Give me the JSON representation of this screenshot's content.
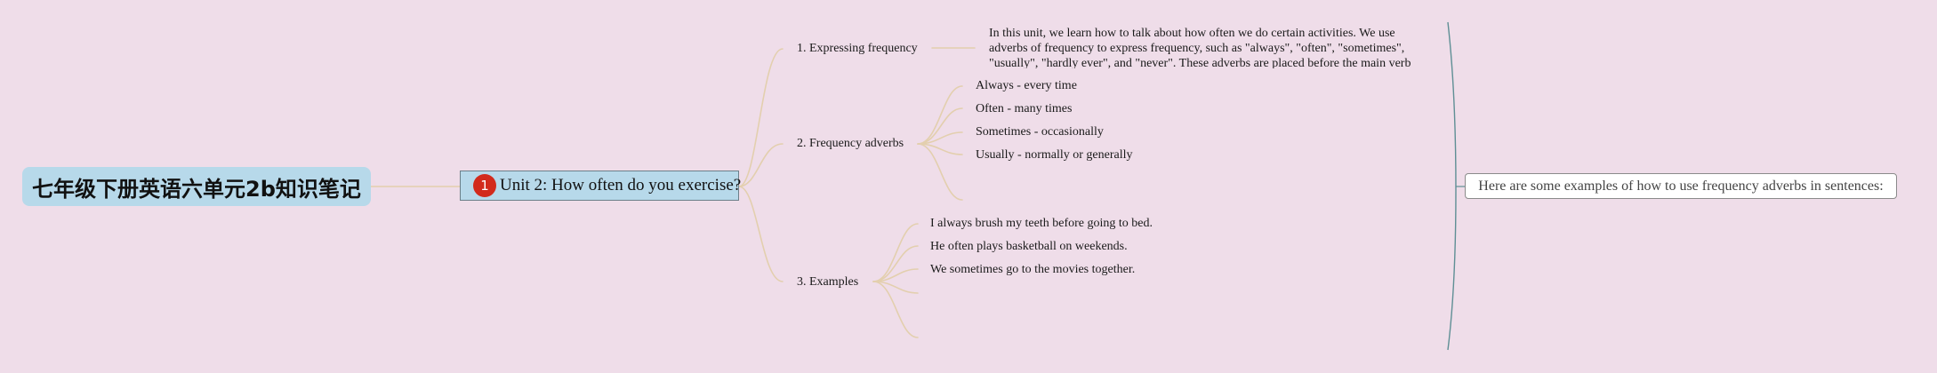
{
  "root": {
    "title": "七年级下册英语六单元2b知识笔记"
  },
  "topic": {
    "marker": "1",
    "title": "Unit 2: How often do you exercise?"
  },
  "branches": {
    "frequency": {
      "label": "1. Expressing frequency",
      "text": "In this unit, we learn how to talk about how often we do certain activities. We use adverbs of frequency to express frequency, such as \"always\", \"often\", \"sometimes\", \"usually\", \"hardly ever\", and \"never\". These adverbs are placed before the main verb"
    },
    "adverbs": {
      "label": "2. Frequency adverbs",
      "items": [
        "Always - every time",
        "Often - many times",
        "Sometimes - occasionally",
        "Usually - normally or generally"
      ]
    },
    "examples": {
      "label": "3. Examples",
      "items": [
        "I always brush my teeth before going to bed.",
        "He often plays basketball on weekends.",
        "We sometimes go to the movies together."
      ]
    }
  },
  "note": {
    "text": "Here are some examples of how to use frequency adverbs in sentences:"
  },
  "colors": {
    "background": "#efdde9",
    "node_fill": "#b7d9ea",
    "connector": "#e3cfae",
    "bracket": "#5f8f95",
    "marker": "#d22a1c"
  }
}
